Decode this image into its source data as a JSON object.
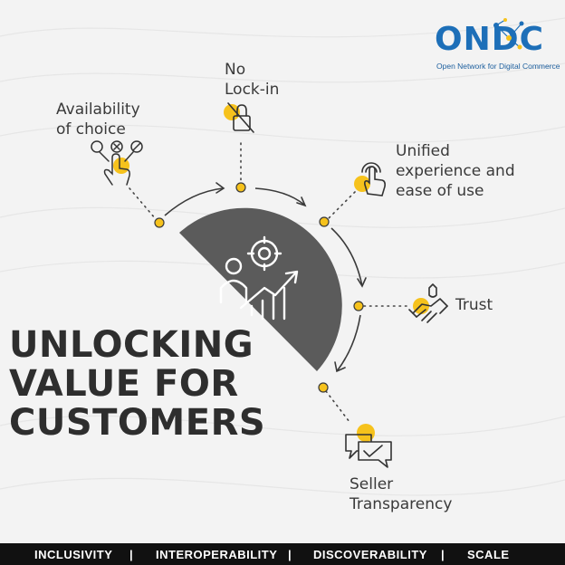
{
  "logo": {
    "wordmark": "ONDC",
    "tagline": "Open Network for Digital Commerce",
    "color": "#1d6fb8"
  },
  "headline": [
    "UNLOCKING",
    "VALUE FOR",
    "CUSTOMERS"
  ],
  "benefits": [
    {
      "label": "Availability\nof choice",
      "icon": "options-hand-icon"
    },
    {
      "label": "No\nLock-in",
      "icon": "lock-icon"
    },
    {
      "label": "Unified\nexperience and\nease of use",
      "icon": "touch-hand-icon"
    },
    {
      "label": "Trust",
      "icon": "handshake-icon"
    },
    {
      "label": "Seller\nTransparency",
      "icon": "chat-bubbles-icon"
    }
  ],
  "footer": {
    "items": [
      "INCLUSIVITY",
      "INTEROPERABILITY",
      "DISCOVERABILITY",
      "SCALE"
    ],
    "separator": "|"
  },
  "colors": {
    "accent": "#f6c21c",
    "dark_semicircle": "#5a5a5a",
    "background": "#f3f3f3",
    "footer_bg": "#111111"
  }
}
